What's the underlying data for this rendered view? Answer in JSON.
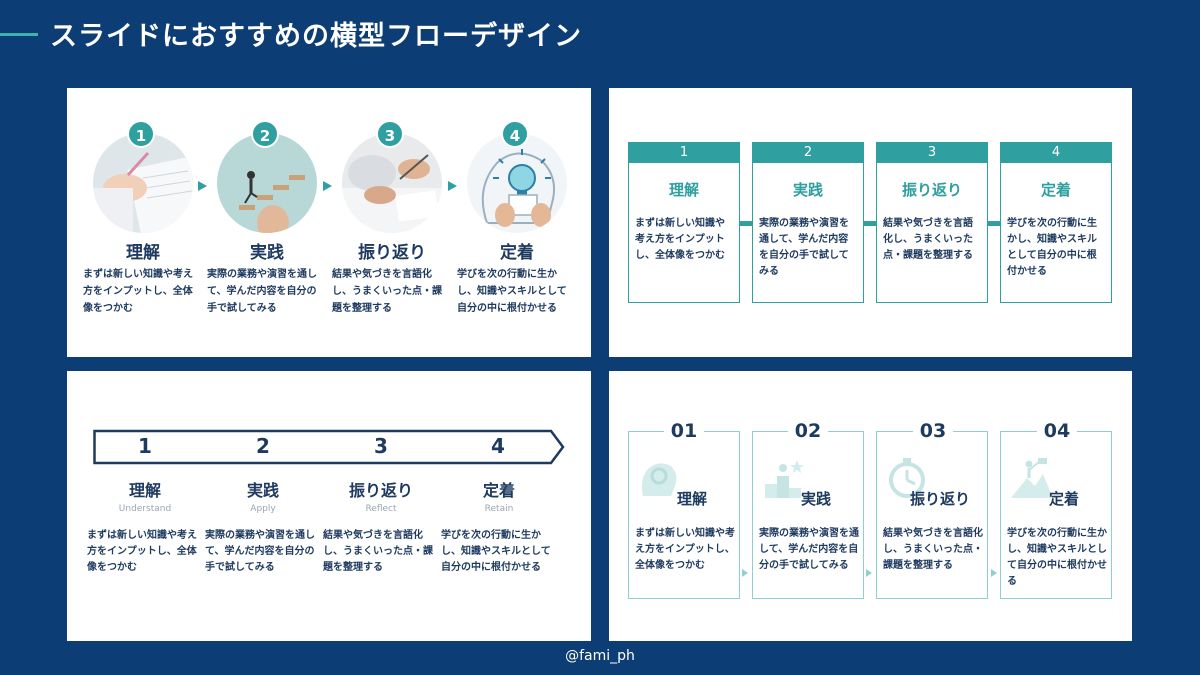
{
  "header": {
    "title": "スライドにおすすめの横型フローデザイン"
  },
  "credit": "@fami_ph",
  "colors": {
    "background": "#0c3d74",
    "accent": "#2f9fa0",
    "light_accent": "#8fcfcf",
    "text": "#1e3a5f"
  },
  "steps": [
    {
      "num": "1",
      "num2": "01",
      "title": "理解",
      "en": "Understand",
      "desc": "まずは新しい知識や考え方をインプットし、全体像をつかむ"
    },
    {
      "num": "2",
      "num2": "02",
      "title": "実践",
      "en": "Apply",
      "desc": "実際の業務や演習を通して、学んだ内容を自分の手で試してみる"
    },
    {
      "num": "3",
      "num2": "03",
      "title": "振り返り",
      "en": "Reflect",
      "desc": "結果や気づきを言語化し、うまくいった点・課題を整理する"
    },
    {
      "num": "4",
      "num2": "04",
      "title": "定着",
      "en": "Retain",
      "desc": "学びを次の行動に生かし、知識やスキルとして自分の中に根付かせる"
    }
  ]
}
